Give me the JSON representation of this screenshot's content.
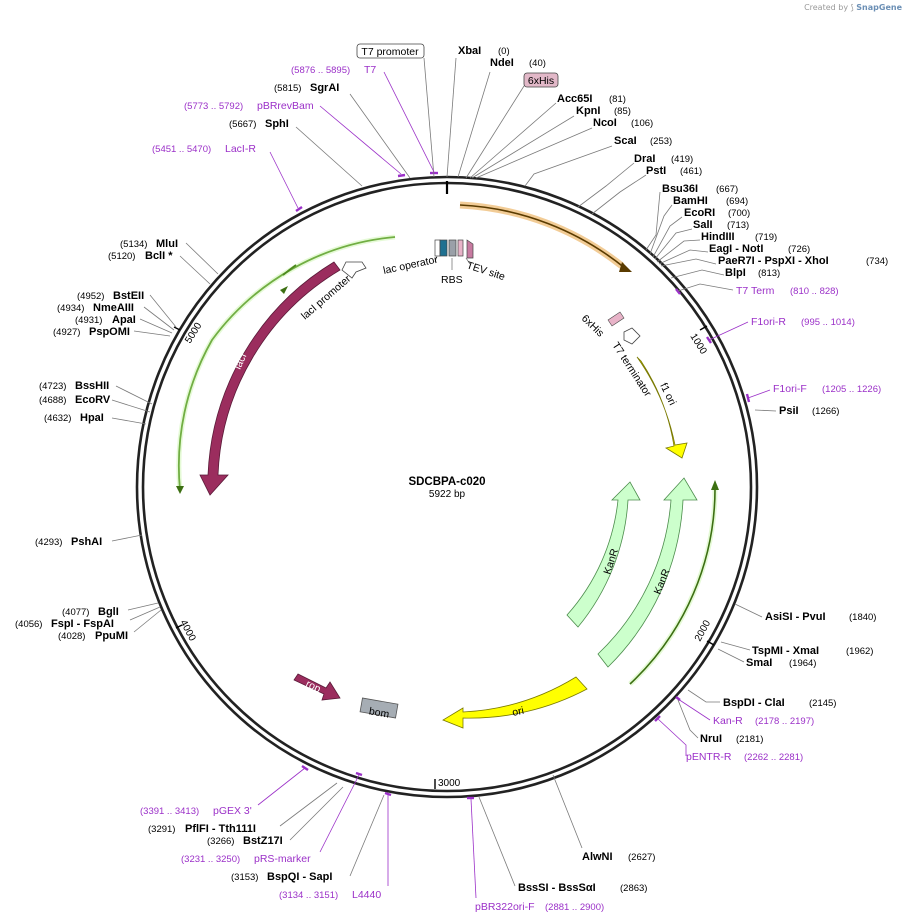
{
  "watermark": {
    "prefix": "Created by",
    "brand": "SnapGene"
  },
  "plasmid": {
    "name": "SDCBPA-c020",
    "length": "5922 bp"
  },
  "ticks": [
    "1000",
    "2000",
    "3000",
    "4000",
    "5000"
  ],
  "features": {
    "lac_operator": "lac operator",
    "rbs": "RBS",
    "tev": "TEV site",
    "lacI_promoter": "lacI promoter",
    "lacI": "lacI",
    "sixhis_box": "6xHis",
    "sixhis": "6xHis",
    "t7_terminator": "T7 terminator",
    "f1_ori": "f1 ori",
    "kanr1": "KanR",
    "kanr2": "KanR",
    "ori": "ori",
    "rop": "rop",
    "bom": "bom",
    "t7_promoter_box": "T7 promoter"
  },
  "sites": [
    {
      "name": "XbaI",
      "pos": "(0)"
    },
    {
      "name": "NdeI",
      "pos": "(40)"
    },
    {
      "name": "Acc65I",
      "pos": "(81)"
    },
    {
      "name": "KpnI",
      "pos": "(85)"
    },
    {
      "name": "NcoI",
      "pos": "(106)"
    },
    {
      "name": "ScaI",
      "pos": "(253)"
    },
    {
      "name": "DraI",
      "pos": "(419)"
    },
    {
      "name": "PstI",
      "pos": "(461)"
    },
    {
      "name": "Bsu36I",
      "pos": "(667)"
    },
    {
      "name": "BamHI",
      "pos": "(694)"
    },
    {
      "name": "EcoRI",
      "pos": "(700)"
    },
    {
      "name": "SalI",
      "pos": "(713)"
    },
    {
      "name": "HindIII",
      "pos": "(719)"
    },
    {
      "name": "EagI - NotI",
      "pos": "(726)"
    },
    {
      "name": "PaeR7I - PspXI - XhoI",
      "pos": "(734)"
    },
    {
      "name": "BlpI",
      "pos": "(813)"
    },
    {
      "name": "PsiI",
      "pos": "(1266)"
    },
    {
      "name": "AsiSI - PvuI",
      "pos": "(1840)"
    },
    {
      "name": "TspMI - XmaI",
      "pos": "(1962)"
    },
    {
      "name": "SmaI",
      "pos": "(1964)"
    },
    {
      "name": "BspDI - ClaI",
      "pos": "(2145)"
    },
    {
      "name": "NruI",
      "pos": "(2181)"
    },
    {
      "name": "AlwNI",
      "pos": "(2627)"
    },
    {
      "name": "BssSI - BssSαI",
      "pos": "(2863)"
    },
    {
      "name": "BspQI - SapI",
      "pos": "(3153)"
    },
    {
      "name": "BstZ17I",
      "pos": "(3266)"
    },
    {
      "name": "PflFI - Tth111I",
      "pos": "(3291)"
    },
    {
      "name": "PpuMI",
      "pos": "(4028)"
    },
    {
      "name": "FspI - FspAI",
      "pos": "(4056)"
    },
    {
      "name": "BglI",
      "pos": "(4077)"
    },
    {
      "name": "PshAI",
      "pos": "(4293)"
    },
    {
      "name": "HpaI",
      "pos": "(4632)"
    },
    {
      "name": "EcoRV",
      "pos": "(4688)"
    },
    {
      "name": "BssHII",
      "pos": "(4723)"
    },
    {
      "name": "PspOMI",
      "pos": "(4927)"
    },
    {
      "name": "ApaI",
      "pos": "(4931)"
    },
    {
      "name": "NmeAIII",
      "pos": "(4934)"
    },
    {
      "name": "BstEII",
      "pos": "(4952)"
    },
    {
      "name": "BclI *",
      "pos": "(5120)"
    },
    {
      "name": "MluI",
      "pos": "(5134)"
    },
    {
      "name": "SphI",
      "pos": "(5667)"
    },
    {
      "name": "SgrAI",
      "pos": "(5815)"
    }
  ],
  "primers": [
    {
      "name": "T7 Term",
      "pos": "(810 .. 828)"
    },
    {
      "name": "F1ori-R",
      "pos": "(995 .. 1014)"
    },
    {
      "name": "F1ori-F",
      "pos": "(1205 .. 1226)"
    },
    {
      "name": "Kan-R",
      "pos": "(2178 .. 2197)"
    },
    {
      "name": "pENTR-R",
      "pos": "(2262 .. 2281)"
    },
    {
      "name": "pBR322ori-F",
      "pos": "(2881 .. 2900)"
    },
    {
      "name": "L4440",
      "pos": "(3134 .. 3151)"
    },
    {
      "name": "pRS-marker",
      "pos": "(3231 .. 3250)"
    },
    {
      "name": "pGEX 3'",
      "pos": "(3391 .. 3413)"
    },
    {
      "name": "LacI-R",
      "pos": "(5451 .. 5470)"
    },
    {
      "name": "pBRrevBam",
      "pos": "(5773 .. 5792)"
    },
    {
      "name": "T7",
      "pos": "(5876 .. 5895)"
    }
  ],
  "colors": {
    "lacI": "#9b2d5e",
    "f1_ori": "#ffff00",
    "kanr": "#ccffcc",
    "ori": "#ffff00",
    "orf": "#f7c87e",
    "primer": "#9b30c8",
    "bom": "#a6adb4",
    "sixhis_box": "#e2b8c8"
  }
}
